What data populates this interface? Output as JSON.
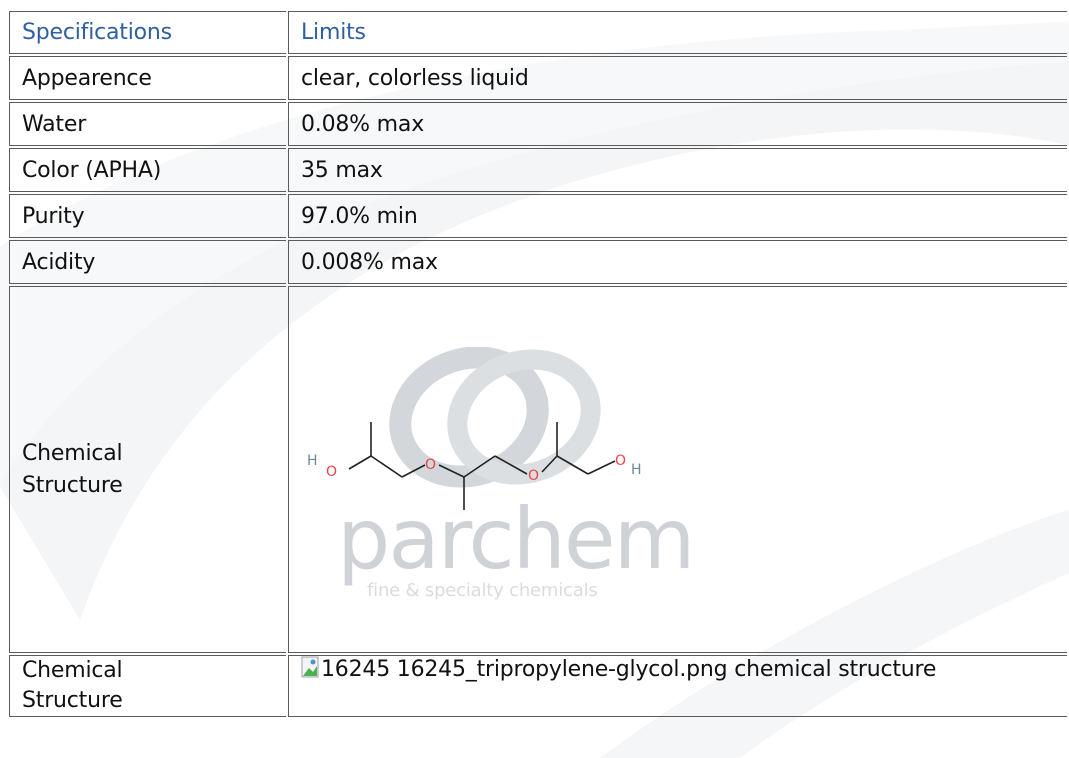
{
  "table": {
    "header": {
      "spec": "Specifications",
      "limits": "Limits"
    },
    "rows": [
      {
        "spec": "Appearence",
        "limit": "clear, colorless liquid"
      },
      {
        "spec": "Water",
        "limit": "0.08% max"
      },
      {
        "spec": "Color (APHA)",
        "limit": "35 max"
      },
      {
        "spec": "Purity",
        "limit": "97.0% min"
      },
      {
        "spec": "Acidity",
        "limit": "0.008% max"
      }
    ],
    "structure_row": {
      "label": "Chemical Structure",
      "watermark_brand": "parchem",
      "watermark_tagline": "fine & specialty chemicals",
      "atoms": {
        "h_left": "H",
        "o_left": "O",
        "o_mid1": "O",
        "o_mid2": "O",
        "o_right": "O",
        "h_right": "H"
      }
    },
    "last_row": {
      "label": "Chemical Structure",
      "alt_text": "16245 16245_tripropylene-glycol.png chemical structure"
    }
  },
  "colors": {
    "header_text": "#2f5f9e",
    "border": "#5b5b5b",
    "oxygen": "#e8454a",
    "hydrogen": "#6a8a96",
    "watermark": "#cfd2d6",
    "swoosh": "#eef1f3"
  }
}
